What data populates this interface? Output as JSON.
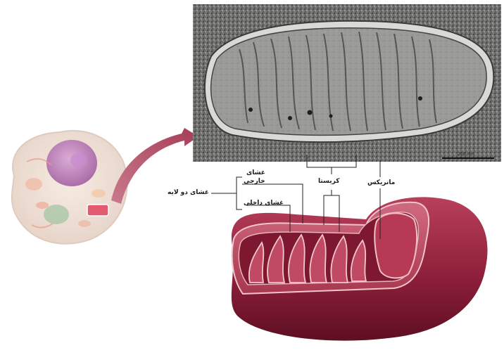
{
  "labels": {
    "outer_membrane_top": "غشای",
    "outer_membrane_bottom": "خارجی",
    "double_membrane": "غشای دو لایه",
    "inner_membrane": "غشای داخلی",
    "cristae": "کریستا",
    "matrix": "ماتریکس"
  },
  "scale_bar": "200 nm",
  "colors": {
    "mito_outer": "#8e1f3a",
    "mito_dark": "#5e0f22",
    "mito_inner": "#c2546a",
    "arrow": "#b7506a",
    "micrograph_bg": "#8a8a88"
  }
}
